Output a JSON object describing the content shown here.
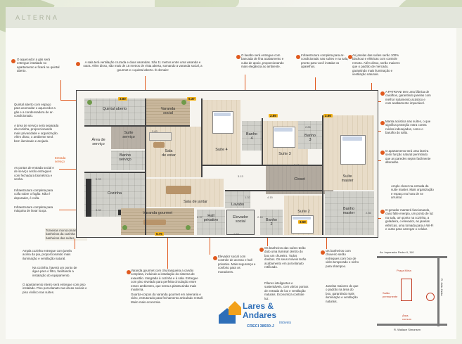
{
  "header": {
    "brand": "ALTERNA"
  },
  "notes": {
    "n1": "O aquecedor a gás será entregue instalado no apartamento e ficará no quintal aberto.",
    "n2": "A sala terá ventilação cruzada e duas varandas. São 11 metros entre uma varanda e outra. Além disso, são mais de 15 metros de vista aberta, somando a varanda social, a gourmet e o quintal aberto. É demais!",
    "n3": "O lavabo será entregue com bancada de fina acabamento e cuba de apoio, proporcionando mais elegância ao ambiente.",
    "n4": "Infraestrutura completa para ar-condicionado nas suítes e na sala, pronto para você instalar os aparelhos.",
    "n5": "As janelas das suítes serão 100% blackout e elétricas com controle remoto. Além disso, serão maiores que o padrão de mercado, garantindo mais iluminação e ventilação naturais.",
    "n6": "Quintal aberto com espaço para acomodar o aquecedor a gás e a condensadora de ar-condicionado.",
    "n7": "A área de serviço será separada da cozinha, proporcionando mais privacidade e organização. Além disso, o ambiente será bem iluminado e arejado.",
    "n8": "A PATRIANI tem uma fábrica de caixilhos, garantindo janelas com melhor isolamento acústico e com acabamento impecável.",
    "n9": "Manta acústica nas suítes, o que significa proteção extra contra ruídos indesejados, como o barulho do salto.",
    "n10": "O apartamento terá uma lareira semi função natural permitindo que as paredes sejam facilmente alteradas.",
    "n11": "As portas de entrada social e de serviço serão entregues com fechadura biométrica e senha.",
    "n12": "Infraestrutura completa para coifa sobre o fogão. Não é depurador, é coifa.",
    "n13": "Infraestrutura completa para máquina de lavar louça.",
    "n14": "Amplo closet na entrada da suíte master. Mais organização e espaço na hora de se arrumar.",
    "n15": "O gerador manterá funcionando, caso falte energia, um ponto de luz na sala, um ponto na cozinha, a geladeira, o elevador, as janelas elétricas, uma tomada para a Wi-Fi e outra para carregar o celular.",
    "n16": "Torneiras monocomando nos banheiros da cozinha e dos banheiros das suítes.",
    "n17": "Ampla cozinha entregue com janela acima da pia, proporcionando mais iluminação e ventilação natural.",
    "n18": "Na cozinha, haverá um ponto de água para o filtro, facilitando a instalação do equipamento.",
    "n19": "O apartamento inteiro será entregue com piso instalado. Piso porcelanato nas áreas sociais e piso vinílico nas suítes.",
    "n20": "Varanda gourmet com churrasqueira a carvão completa, incluindo a instalação do sistema de exaustão. Integrada à cozinha e à sala. Entregue com piso nivelado para perfeita circulação entre esses ambientes, que torna a planta ainda mais moderna.",
    "n21": "Guarda-corpos da varanda gourmet em alvenaria e vidro, estruturado para fechamento articulado rentall. Muito mais economia.",
    "n22": "Elevador social com controle de acesso e hall privativo. Mais segurança e conforto para os moradores.",
    "n23": "Os banheiros das suítes terão duto uma iluminar dentro do box um chuveiro. Todos doubos. Os seus móveis terão acabamento em porcelanato retificado.",
    "n24": "Pilares inteligentes e sustentáveis, com vários pontos de entrada de luz e ventilação naturais. Economiza controle luz.",
    "n25": "Os banheiros com chuveiro serão entregues com box de vidro temperado e nicho para shampoo.",
    "n26": "Janelas maiores do que o padrão na área do box, garantindo mais iluminação e ventilação naturais."
  },
  "rooms": {
    "quintal": "Quintal aberto",
    "varanda_social": "Varanda\nsocial",
    "suite_servico": "Suíte\nserviço",
    "area_servico": "Área de\nserviço",
    "banho_servico": "Banho\nserviço",
    "sala_estar": "Sala\nde estar",
    "cozinha": "Cozinha",
    "sala_jantar": "Sala de jantar",
    "lavabo": "Lavabo",
    "varanda_gourmet": "Varanda gourmet",
    "hall": "Hall\nprivativo",
    "elevador": "Elevador\nsocial",
    "suite4": "Suíte 4",
    "banho4": "Banho\n4",
    "suite3": "Suíte 3",
    "banho3": "Banho\n3",
    "closet": "Closet",
    "suite_master": "Suíte\nmaster",
    "banho2": "Banho\n2",
    "suite2": "Suíte 2",
    "banho_master": "Banho\nmaster",
    "entrada_servico": "Entrada\nserviço"
  },
  "badges": {
    "b1": "3.80",
    "b2": "6.37",
    "b3": "2.85",
    "b4": "2.66",
    "b5": "6.75",
    "b6": "3.59"
  },
  "areas": {
    "a1": "3.63",
    "a2": "5.93",
    "a3": "6.37",
    "a4": "3.10",
    "a5": "4.15",
    "a6": "1.53",
    "a7": "1.32",
    "a8": "2.16",
    "a9": "2.85",
    "a10": "3.13",
    "a11": "2.86",
    "a12": "3.02"
  },
  "location": {
    "street1": "Av. Imperador Pedro II, 110",
    "street2": "R. Wallace Simonsen",
    "label1": "Praça Mírta",
    "label2": "Salão\npermanente",
    "label3": "Área\ncomum",
    "label4": "R. João Hetta"
  },
  "watermark": {
    "name1": "Lares &",
    "name2": "Andares",
    "sub": "imóveis",
    "creci": "CRECI 38930-J"
  },
  "colors": {
    "accent": "#e05a1f",
    "badge": "#f2b31b",
    "wall": "#444444",
    "wood": "#e8dcc8"
  }
}
